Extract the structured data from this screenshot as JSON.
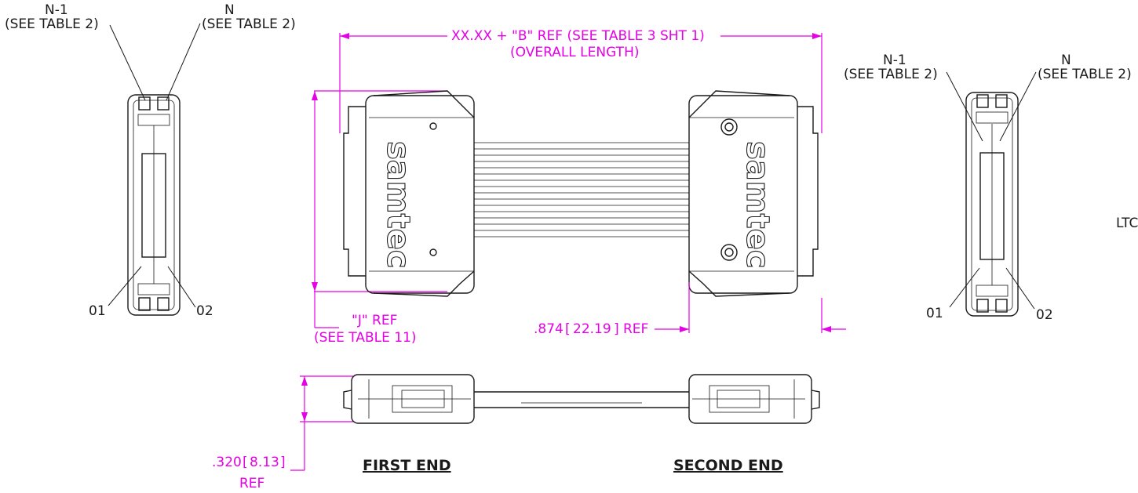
{
  "left_end_view": {
    "label_n1": "N-1",
    "label_n1_ref": "(SEE TABLE 2)",
    "label_n": "N",
    "label_n_ref": "(SEE TABLE 2)",
    "label_01": "01",
    "label_02": "02"
  },
  "right_end_view": {
    "label_n1": "N-1",
    "label_n1_ref": "(SEE TABLE 2)",
    "label_n": "N",
    "label_n_ref": "(SEE TABLE 2)",
    "label_01": "01",
    "label_02": "02"
  },
  "dimensions": {
    "overall_length": "XX.XX + \"B\" REF (SEE TABLE 3 SHT 1)",
    "overall_length_note": "(OVERALL LENGTH)",
    "j_ref": "\"J\" REF",
    "j_ref_note": "(SEE TABLE 11)",
    "offset_ref_in": ".874",
    "offset_ref_mm": "22.19",
    "offset_ref_suffix": "REF",
    "height_ref_in": ".320",
    "height_ref_mm": "8.13",
    "height_ref_suffix": "REF"
  },
  "headings": {
    "first_end": "FIRST END",
    "second_end": "SECOND END"
  },
  "truncated_label": "LTC",
  "logo_text": "samtec",
  "colors": {
    "dimension": "#e600e6",
    "line": "#1a1a1a"
  }
}
